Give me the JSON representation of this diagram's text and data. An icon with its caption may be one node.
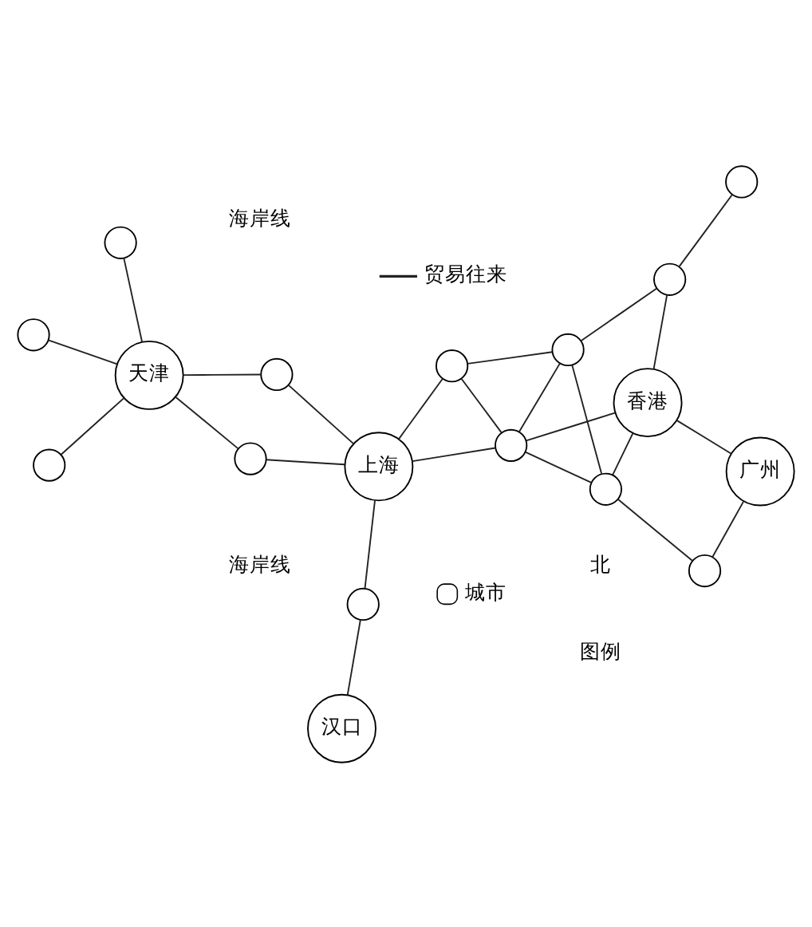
{
  "diagram": {
    "nodes": [
      {
        "text": [],
        "shape": "circle"
      },
      {
        "text": [
          "天津"
        ]
      },
      {
        "text": [],
        "shape": "circle"
      },
      {
        "text": [],
        "shape": "circle"
      },
      {
        "text": [],
        "shape": "circle"
      },
      {
        "text": [],
        "shape": "circle"
      },
      {
        "text": [
          "汉口"
        ]
      },
      {
        "text": [],
        "shape": "circle"
      },
      {
        "text": [
          "上海"
        ]
      },
      {
        "text": [],
        "shape": "circle"
      },
      {
        "text": [],
        "shape": "circle"
      },
      {
        "text": [],
        "shape": "circle"
      },
      {
        "text": [],
        "shape": "circle"
      },
      {
        "text": [],
        "shape": "circle"
      },
      {
        "text": [],
        "shape": "circle"
      },
      {
        "text": [],
        "shape": "circle"
      },
      {
        "text": [
          "广州"
        ]
      },
      {
        "text": [
          "香港"
        ]
      }
    ],
    "edges": [
      {
        "from": 1,
        "to": 0,
        "arrow": "none"
      },
      {
        "from": 1,
        "to": 2,
        "arrow": "none"
      },
      {
        "from": 1,
        "to": 3,
        "arrow": "none"
      },
      {
        "from": 1,
        "to": 4,
        "arrow": "none"
      },
      {
        "from": 1,
        "to": 5,
        "arrow": "none"
      },
      {
        "from": 5,
        "to": 8,
        "arrow": "none"
      },
      {
        "from": 0,
        "to": 8,
        "arrow": "none"
      },
      {
        "from": 6,
        "to": 7,
        "arrow": "none"
      },
      {
        "from": 7,
        "to": 8,
        "arrow": "none"
      },
      {
        "from": 8,
        "to": 9,
        "arrow": "none"
      },
      {
        "from": 8,
        "to": 10,
        "arrow": "none"
      },
      {
        "from": 9,
        "to": 10,
        "arrow": "none"
      },
      {
        "from": 9,
        "to": 11,
        "arrow": "none"
      },
      {
        "from": 9,
        "to": 12,
        "arrow": "none"
      },
      {
        "from": 9,
        "to": 17,
        "arrow": "none"
      },
      {
        "from": 10,
        "to": 11,
        "arrow": "none"
      },
      {
        "from": 11,
        "to": 12,
        "arrow": "none"
      },
      {
        "from": 11,
        "to": 14,
        "arrow": "none"
      },
      {
        "from": 12,
        "to": 15,
        "arrow": "none"
      },
      {
        "from": 12,
        "to": 17,
        "arrow": "none"
      },
      {
        "from": 13,
        "to": 14,
        "arrow": "none"
      },
      {
        "from": 14,
        "to": 17,
        "arrow": "none"
      },
      {
        "from": 15,
        "to": 16,
        "arrow": "none"
      },
      {
        "from": 16,
        "to": 17,
        "arrow": "none"
      }
    ],
    "labels": [
      "北",
      "海岸线",
      "海岸线",
      "图例"
    ],
    "legend": [
      {
        "text": "贸易往来"
      },
      {
        "text": "城市"
      }
    ]
  }
}
